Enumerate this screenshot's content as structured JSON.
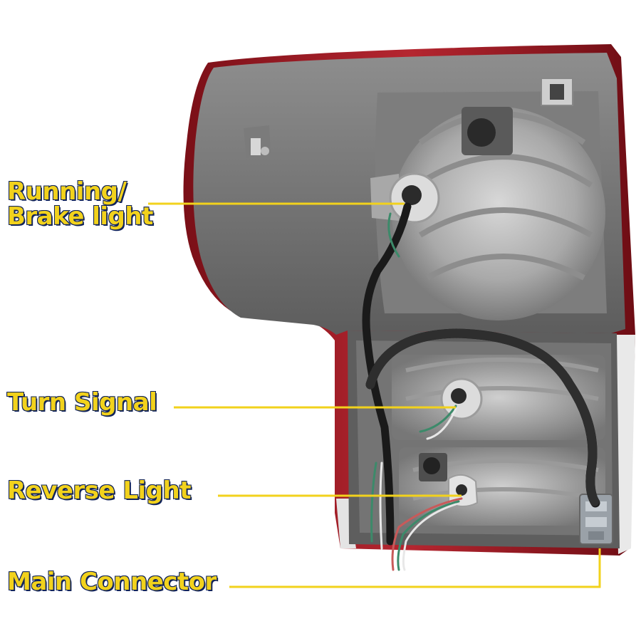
{
  "labels": {
    "running_line1": "Running/",
    "running_line2": "Brake light",
    "turn_signal": "Turn Signal",
    "reverse_light": "Reverse Light",
    "main_connector": "Main Connector"
  },
  "colors": {
    "label_fill": "#f2d21c",
    "label_outline": "#12245a",
    "leader_line": "#f2d21c",
    "housing_red": "#9b1b24",
    "housing_gray": "#6f6f6f",
    "wire_black": "#1a1a1a",
    "socket_white": "#dedede"
  }
}
